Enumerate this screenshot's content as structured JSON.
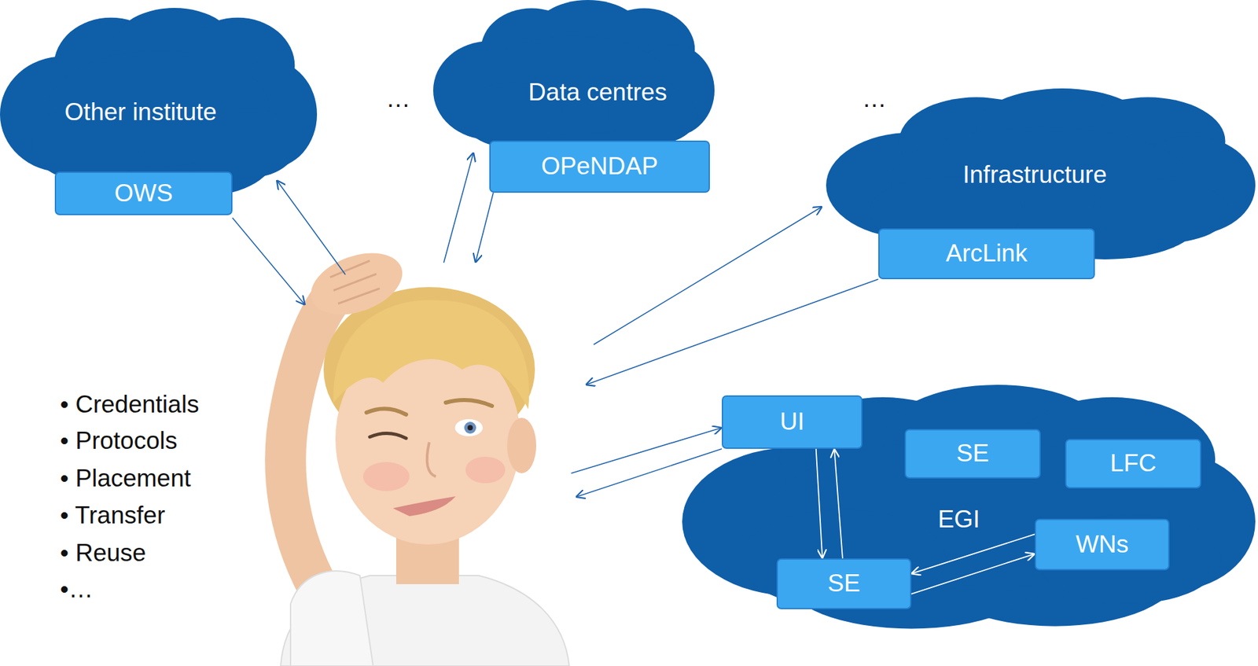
{
  "diagram": {
    "nodes": [
      {
        "text": [
          "Other institute"
        ]
      },
      {
        "text": [
          "OWS"
        ],
        "in": 0
      },
      {
        "text": [
          "Data centres"
        ]
      },
      {
        "text": [
          "OPeNDAP"
        ],
        "in": 2
      },
      {
        "text": [
          "Infrastructure"
        ]
      },
      {
        "text": [
          "ArcLink"
        ],
        "in": 4
      },
      {
        "text": [
          "EGI"
        ]
      },
      {
        "text": [
          "UI"
        ],
        "in": 6
      },
      {
        "text": [
          "SE"
        ],
        "in": 6
      },
      {
        "text": [
          "LFC"
        ],
        "in": 6
      },
      {
        "text": [
          "WNs"
        ],
        "in": 6
      },
      {
        "text": [
          "SE"
        ],
        "in": 6
      }
    ],
    "edges": [
      {
        "from": 7,
        "to": 11,
        "arrow": "to"
      },
      {
        "from": 11,
        "to": 7,
        "arrow": "to"
      },
      {
        "from": 10,
        "to": 11,
        "arrow": "to"
      },
      {
        "from": 11,
        "to": 10,
        "arrow": "to"
      }
    ],
    "labels": [
      "…",
      "…",
      "• Credentials",
      "• Protocols",
      "• Placement",
      "• Transfer",
      "• Reuse",
      "•…"
    ]
  }
}
